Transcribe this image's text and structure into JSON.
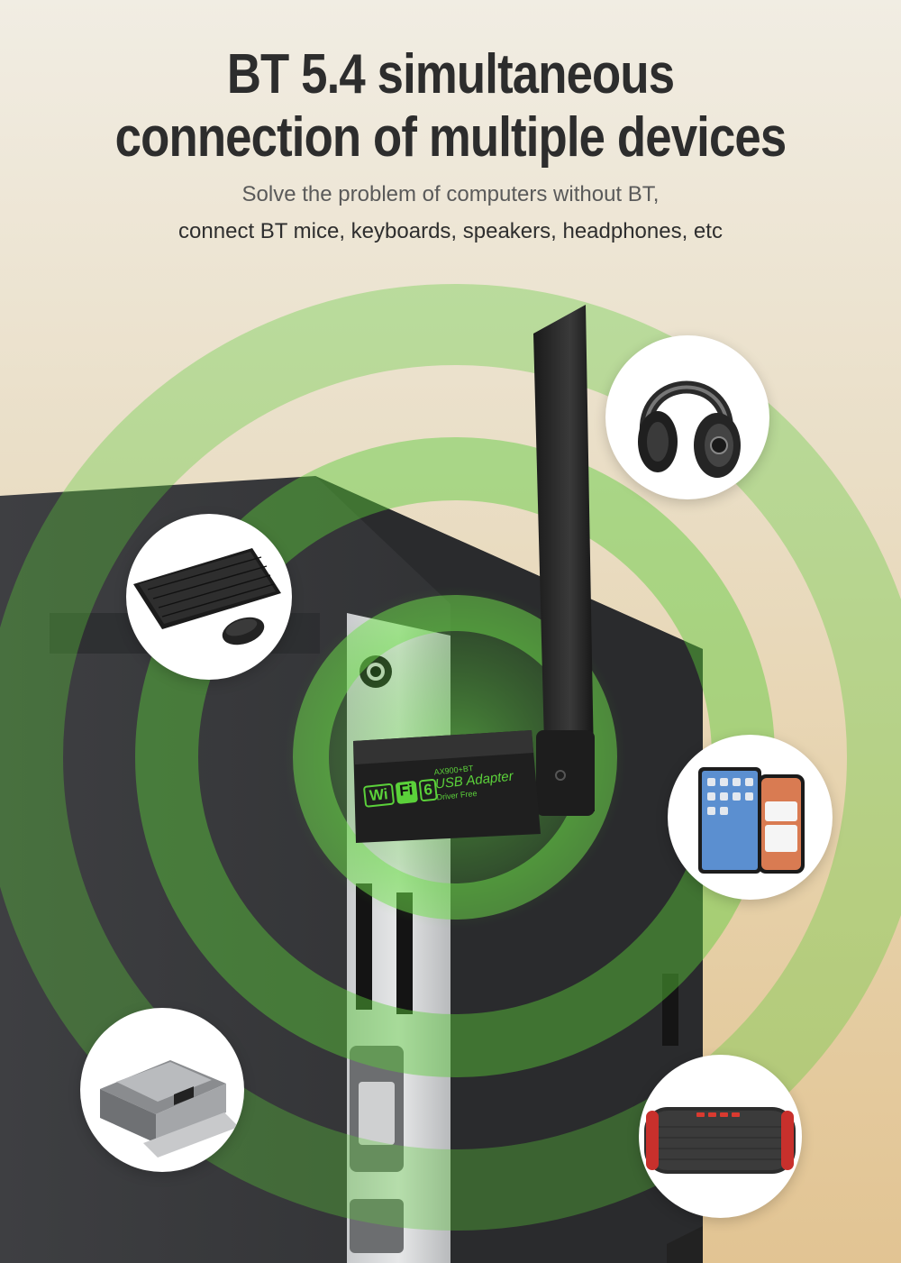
{
  "headline": {
    "line1": "BT 5.4 simultaneous",
    "line2": "connection of multiple devices"
  },
  "subtitle": {
    "line1": "Solve the problem of computers without BT,",
    "line2": "connect BT mice, keyboards, speakers, headphones, etc"
  },
  "adapter": {
    "wifi_badge": [
      "Wi",
      "Fi",
      "6"
    ],
    "model": "AX900+BT",
    "product": "USB Adapter",
    "note": "Driver Free"
  },
  "devices": [
    "headphones-icon",
    "keyboard-mouse-icon",
    "tablet-phone-icon",
    "printer-icon",
    "speaker-icon"
  ],
  "colors": {
    "signal_green": "#5cd23a",
    "case_dark": "#3a3b3d",
    "text_dark": "#2d2d2d"
  }
}
